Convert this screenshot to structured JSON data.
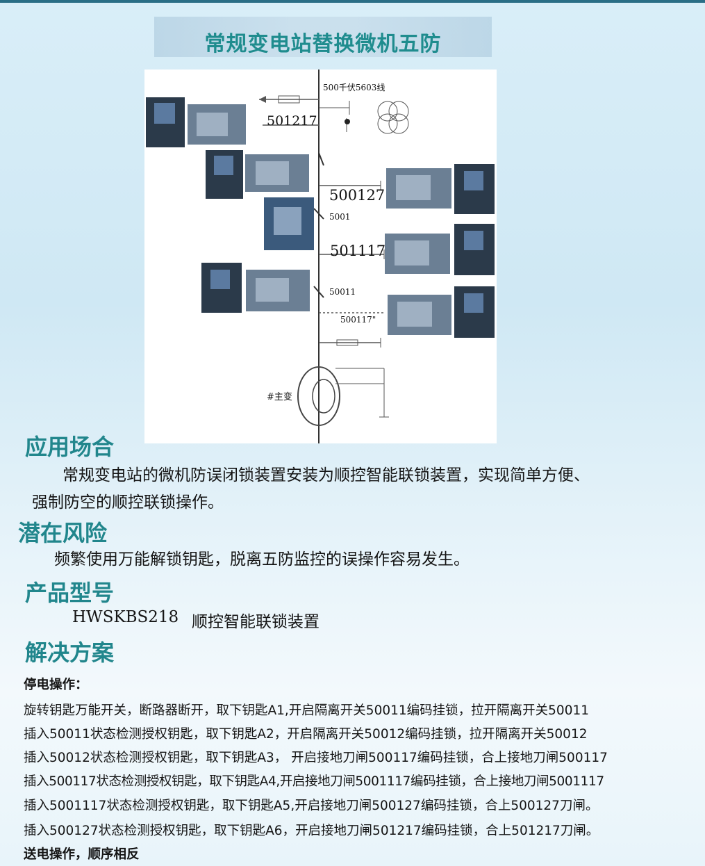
{
  "title": "常规变电站替换微机五防",
  "diagram": {
    "line_label": "500千伏5603线",
    "switches": [
      "501217",
      "500127",
      "5001",
      "501117",
      "50011",
      "500117\""
    ],
    "transformer_label": "#主变"
  },
  "sections": {
    "application": {
      "heading": "应用场合",
      "line1": "常规变电站的微机防误闭锁装置安装为顺控智能联锁装置，实现简单方便、",
      "line2": "强制防空的顺控联锁操作。"
    },
    "risk": {
      "heading": "潜在风险",
      "text": "频繁使用万能解锁钥匙，脱离五防监控的误操作容易发生。"
    },
    "model": {
      "heading": "产品型号",
      "code": "HWSKBS218",
      "name": "顺控智能联锁装置"
    },
    "solution": {
      "heading": "解决方案",
      "subheading": "停电操作：",
      "steps": [
        "旋转钥匙万能开关，断路器断开，取下钥匙A1,开启隔离开关50011编码挂锁，拉开隔离开关50011",
        "插入50011状态检测授权钥匙，取下钥匙A2，开启隔离开关50012编码挂锁，拉开隔离开关50012",
        "插入50012状态检测授权钥匙，取下钥匙A3， 开启接地刀闸500117编码挂锁，合上接地刀闸500117",
        "插入500117状态检测授权钥匙，取下钥匙A4,开启接地刀闸5001117编码挂锁，合上接地刀闸5001117",
        "插入5001117状态检测授权钥匙，取下钥匙A5,开启接地刀闸500127编码挂锁，合上500127刀闸。",
        "插入500127状态检测授权钥匙，取下钥匙A6，开启接地刀闸501217编码挂锁，合上501217刀闸。"
      ],
      "footer": "送电操作，顺序相反"
    }
  }
}
